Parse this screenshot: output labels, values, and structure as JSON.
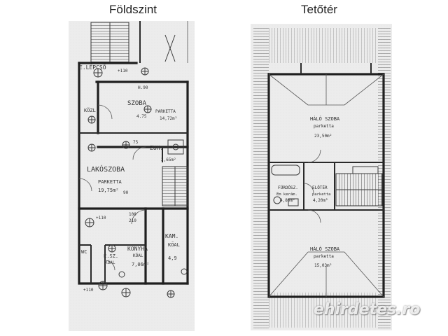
{
  "captions": {
    "left": "Földszint",
    "right": "Tetőtér"
  },
  "ground_floor": {
    "rooms": {
      "staircase": "E.LÉPCSŐ",
      "szoba": "SZOBA",
      "szoba_floor": "PARKETTA",
      "szoba_area": "14,72m²",
      "kozl": "KÖZL.",
      "zuh": "ZUH.",
      "zuh_area": "2,65m²",
      "lakoszoba": "LAKÓSZOBA",
      "lakoszoba_floor": "PARKETTA",
      "lakoszoba_area": "19,75m²",
      "kamra": "KAM.",
      "kamra_floor": "KŐAL",
      "kamra_area": "4,9",
      "konyha": "KONYHA",
      "konyha_floor": "KŐAL",
      "konyha_area": "7,06m²",
      "esz": "E.SZ.",
      "esz_floor": "KŐAL",
      "wc": "WC"
    },
    "dimensions": {
      "d1": "H.90",
      "d2": "4.75",
      "d3": "+110",
      "d4": "75",
      "d5": "100",
      "d6": "210",
      "d7": "90",
      "d8": "+110",
      "d9": "+110"
    }
  },
  "attic": {
    "rooms": {
      "halo1": "HÁLÓ SZOBA",
      "halo1_floor": "parketta",
      "halo1_area": "23,50m²",
      "furdo": "FÜRDŐSZ.",
      "furdo_floor": "Em kerám.",
      "furdo_area": "4,80m²",
      "eloter": "ELŐTÉR",
      "eloter_floor": "parketta",
      "eloter_area": "4,20m²",
      "halo2": "HÁLÓ SZOBA",
      "halo2_floor": "parketta",
      "halo2_area": "15,03m²"
    }
  },
  "watermark": "ehirdetes.ro"
}
